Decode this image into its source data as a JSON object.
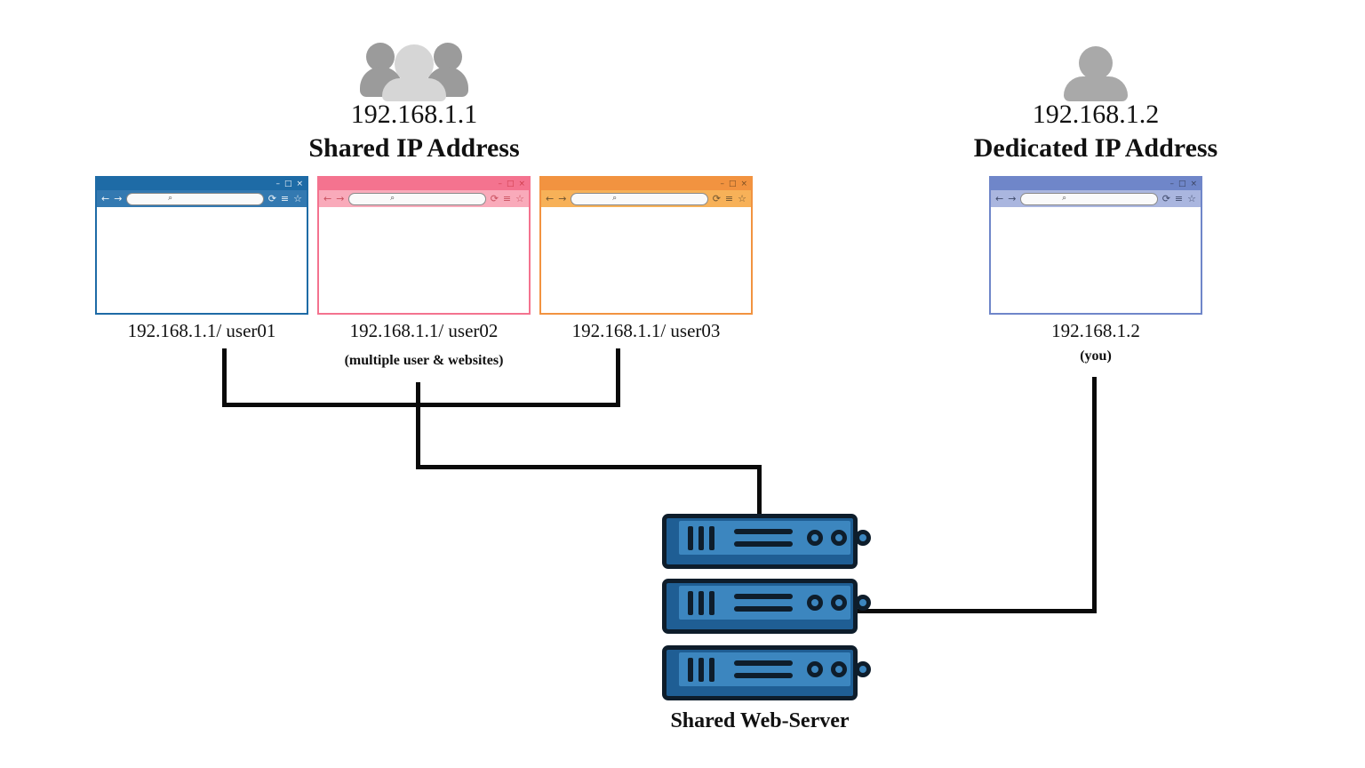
{
  "diagram": {
    "shared": {
      "ip": "192.168.1.1",
      "title": "Shared IP Address",
      "note": "(multiple user & websites)"
    },
    "dedicated": {
      "ip": "192.168.1.2",
      "title": "Dedicated IP Address",
      "note": "(you)"
    },
    "browsers": [
      {
        "label": "192.168.1.1/ user01",
        "theme": "blue",
        "titlebar_color": "#1e6ba6",
        "toolbar_color": "#3379b1"
      },
      {
        "label": "192.168.1.1/ user02",
        "theme": "pink",
        "titlebar_color": "#f4738f",
        "toolbar_color": "#f9aaba"
      },
      {
        "label": "192.168.1.1/ user03",
        "theme": "orange",
        "titlebar_color": "#f29340",
        "toolbar_color": "#f7b158"
      },
      {
        "label": "192.168.1.2",
        "theme": "periwinkle",
        "titlebar_color": "#6f86c9",
        "toolbar_color": "#aab6df"
      }
    ],
    "server": {
      "label": "Shared Web-Server",
      "units": 3,
      "body_color": "#1f5e94",
      "panel_color": "#3c86bf",
      "outline_color": "#0e1d2b"
    },
    "chrome": {
      "back": "←",
      "forward": "→",
      "reload": "⟳",
      "menu": "≡",
      "bookmark": "☆",
      "search": "⌕",
      "minimize": "–",
      "maximize": "□",
      "close": "×"
    },
    "icons": {
      "shared_users": "group-of-three-users",
      "dedicated_user": "single-user",
      "back_user_color": "#9b9b9b",
      "front_user_color": "#d6d6d6",
      "single_user_color": "#a9a9a9"
    },
    "line_color": "#0a0a0a"
  }
}
